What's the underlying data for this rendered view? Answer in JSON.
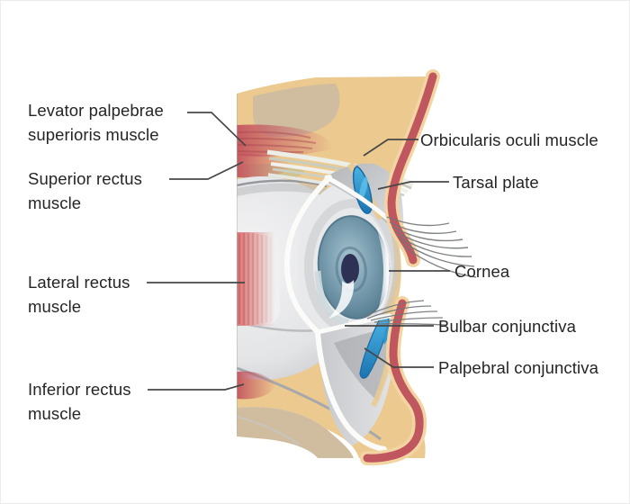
{
  "canvas": {
    "background": "#ffffff",
    "frame_border_color": "#ebebeb"
  },
  "diagram": {
    "name": "eye-anatomy-sagittal-cross-section",
    "text_color": "#252525",
    "leader_line_color": "#474747",
    "labels_left": [
      {
        "id": "levator-palpebrae",
        "lines": [
          "Levator palpebrae",
          "superioris muscle"
        ]
      },
      {
        "id": "superior-rectus",
        "lines": [
          "Superior rectus",
          "muscle"
        ]
      },
      {
        "id": "lateral-rectus",
        "lines": [
          "Lateral rectus",
          "muscle"
        ]
      },
      {
        "id": "inferior-rectus",
        "lines": [
          "Inferior rectus",
          "muscle"
        ]
      }
    ],
    "labels_right": [
      {
        "id": "orbicularis-oculi",
        "text": "Orbicularis oculi muscle"
      },
      {
        "id": "tarsal-plate",
        "text": "Tarsal plate"
      },
      {
        "id": "cornea",
        "text": "Cornea"
      },
      {
        "id": "bulbar-conjunctiva",
        "text": "Bulbar conjunctiva"
      },
      {
        "id": "palpebral-conjunctiva",
        "text": "Palpebral conjunctiva"
      }
    ],
    "colors": {
      "skin_fat_tan": "#ecc98f",
      "deep_tissue_taupe": "#d0bd9f",
      "muscle_red": "#c0565e",
      "muscle_red_bright": "#d06565",
      "skin_cream_stripe": "#f2d5a2",
      "conjunctiva_blue": "#2492cc",
      "conjunctiva_blue_dark": "#1a6aa5",
      "sclera_gray": "#d9dadc",
      "iris_blue": "#6a93a7",
      "pupil_navy": "#2d3254",
      "tendon_white": "#eceee8"
    }
  }
}
